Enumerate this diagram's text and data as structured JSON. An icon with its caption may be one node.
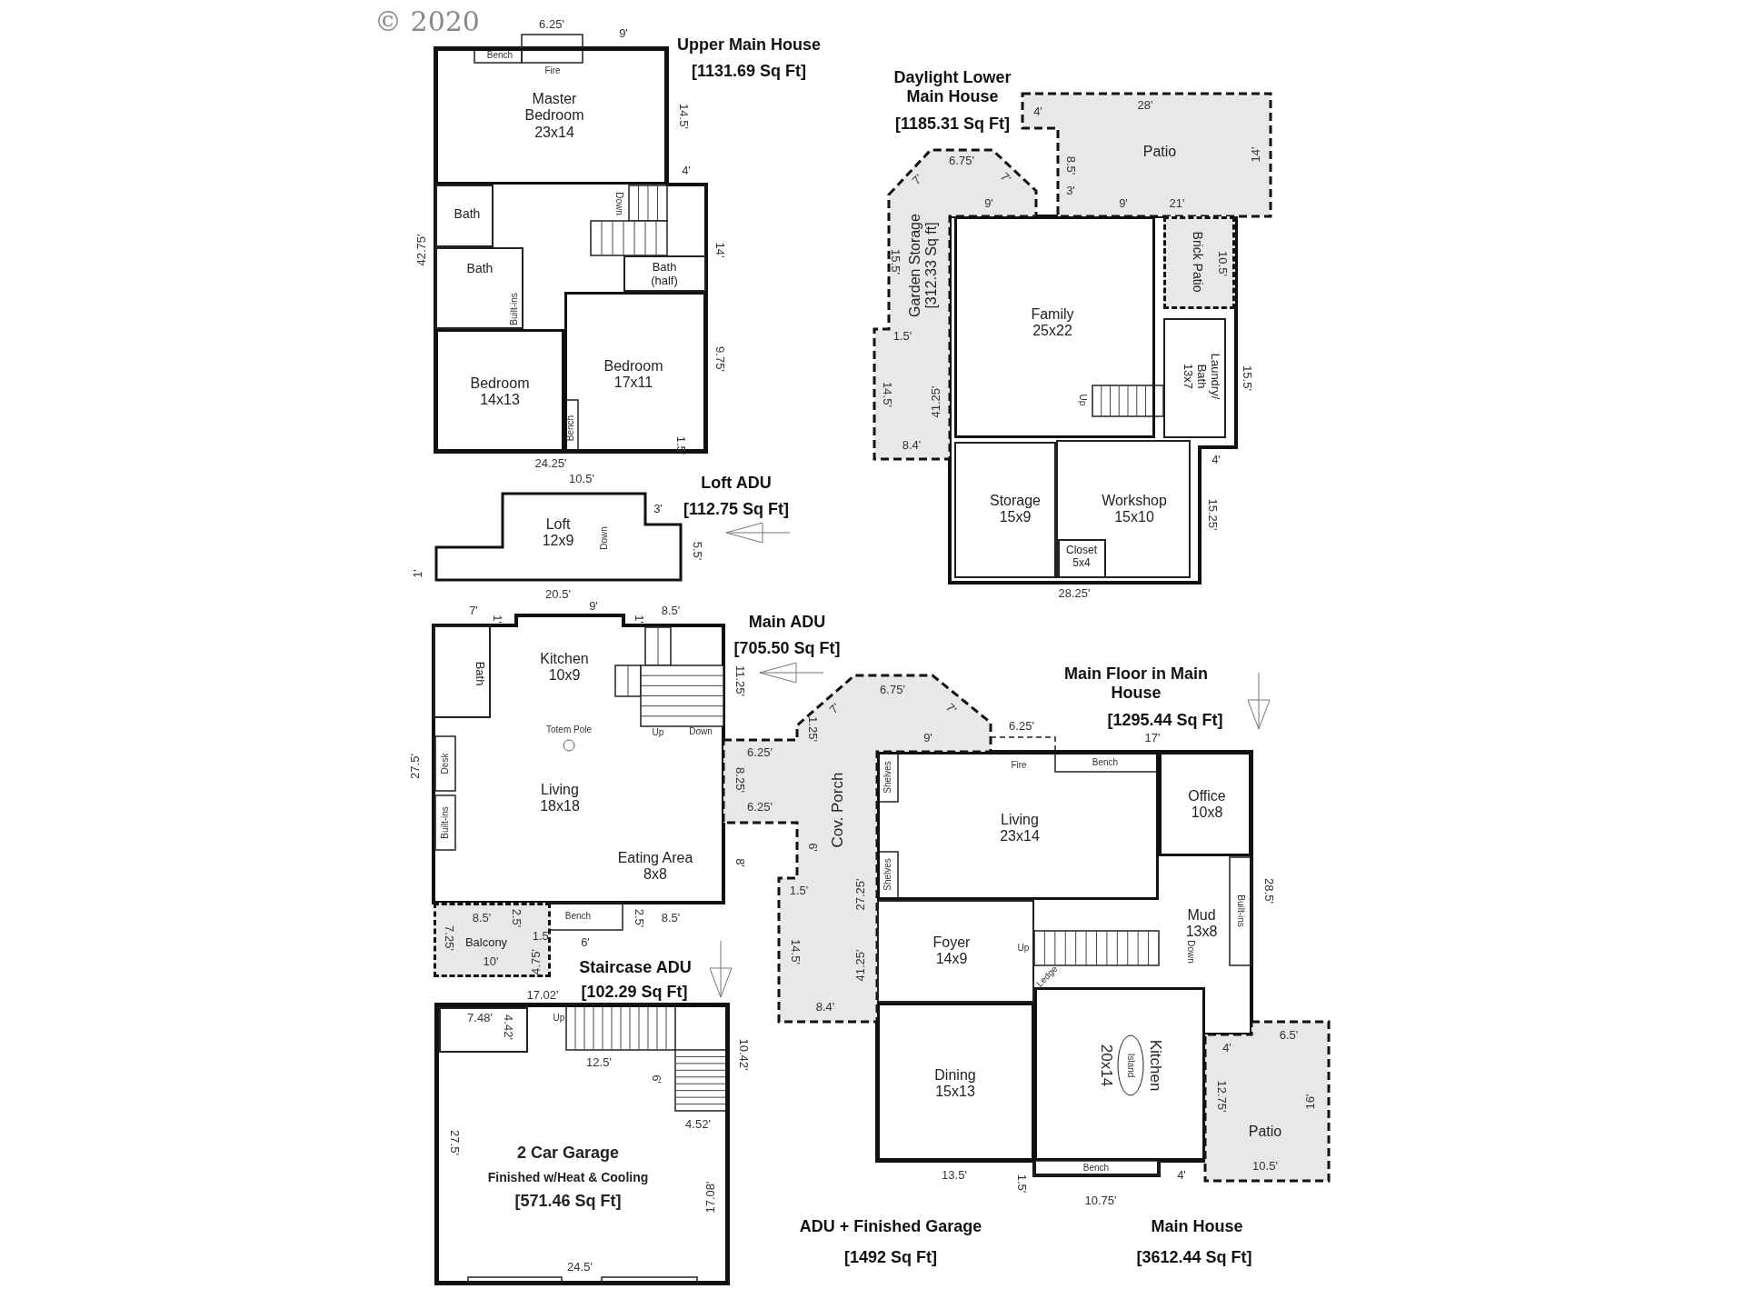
{
  "diagram": {
    "nodes": [
      {
        "text": [
          "Master Bedroom 23x14"
        ]
      },
      {
        "text": [
          "Bath"
        ]
      },
      {
        "text": [
          "Bath"
        ]
      },
      {
        "text": [
          "Bath (half)"
        ]
      },
      {
        "text": [
          "Bedroom 14x13"
        ]
      },
      {
        "text": [
          "Bedroom 17x11"
        ]
      },
      {
        "text": [
          "Patio"
        ]
      },
      {
        "text": [
          "Garden Storage [312.33 Sq ft]"
        ]
      },
      {
        "text": [
          "Family 25x22"
        ]
      },
      {
        "text": [
          "Brick Patio"
        ]
      },
      {
        "text": [
          "Laundry/ Bath 13x7"
        ]
      },
      {
        "text": [
          "Storage 15x9"
        ]
      },
      {
        "text": [
          "Workshop 15x10"
        ]
      },
      {
        "text": [
          "Closet 5x4"
        ],
        "in": 12
      },
      {
        "text": [
          "Loft 12x9"
        ]
      },
      {
        "text": [
          "Bath"
        ]
      },
      {
        "text": [
          "Kitchen 10x9"
        ]
      },
      {
        "text": [
          "Living 18x18"
        ]
      },
      {
        "text": [
          "Eating Area 8x8"
        ]
      },
      {
        "text": [
          "Balcony"
        ]
      },
      {
        "text": [
          "Cov. Porch"
        ]
      },
      {
        "text": [
          "Living 23x14"
        ]
      },
      {
        "text": [
          "Office 10x8"
        ]
      },
      {
        "text": [
          "Foyer 14x9"
        ]
      },
      {
        "text": [
          "Mud 13x8"
        ]
      },
      {
        "text": [
          "Dining 15x13"
        ]
      },
      {
        "text": [
          "Kitchen",
          "20x14"
        ]
      },
      {
        "text": [
          "Patio"
        ]
      },
      {
        "text": [
          "2 Car Garage",
          "Finished w/Heat & Cooling",
          "[571.46 Sq Ft]"
        ]
      },
      {
        "text": [],
        "shape": "box",
        "in": 28
      }
    ],
    "labels": [
      "© 2020",
      "6.25'",
      "9'",
      "Upper Main House",
      "[1131.69 Sq Ft]",
      "Bench",
      "Fire",
      "14.5'",
      "4'",
      "Down",
      "42.75'",
      "14'",
      "Built-ins",
      "9.75'",
      "Bench",
      "1.5'",
      "24.25'",
      "Daylight Lower Main House",
      "[1185.31 Sq Ft]",
      "4'",
      "28'",
      "14'",
      "6.75'",
      "8.5'",
      "7'",
      "7'",
      "3'",
      "9'",
      "9'",
      "21'",
      "15.5'",
      "10.5'",
      "1.5'",
      "Up",
      "15.5'",
      "14.5'",
      "41.25'",
      "8.4'",
      "4'",
      "15.25'",
      "28.25'",
      "10.5'",
      "Loft ADU",
      "3'",
      "[112.75 Sq Ft]",
      "Down",
      "5.5'",
      "1'",
      "20.5'",
      "7'",
      "1'",
      "9'",
      "1'",
      "8.5'",
      "Main ADU",
      "[705.50 Sq Ft]",
      "Main Floor in Main House",
      "[1295.44 Sq Ft]",
      "11.25'",
      "6.75'",
      "7'",
      "7'",
      "1.25'",
      "Totem Pole",
      "Up",
      "Down",
      "9'",
      "6.25'",
      "17'",
      "Fire",
      "Bench",
      "6.25'",
      "27.5'",
      "Desk",
      "8.25'",
      "Shelves",
      "6.25'",
      "Built-ins",
      "6'",
      "8'",
      "Shelves",
      "1.5'",
      "27.25'",
      "Built-ins",
      "28.5'",
      "8.5'",
      "2.5'",
      "Bench",
      "2.5'",
      "8.5'",
      "1.5'",
      "7.25'",
      "6'",
      "14.5'",
      "Up",
      "Down",
      "10'",
      "4.75'",
      "41.25'",
      "Staircase ADU",
      "Ledge",
      "[102.29 Sq Ft]",
      "17.02'",
      "8.4'",
      "7.48'",
      "Up",
      "4.42'",
      "6.5'",
      "4'",
      "10.42'",
      "12.5'",
      "Island",
      "6'",
      "12.75'",
      "16'",
      "4.52'",
      "27.5'",
      "10.5'",
      "1.5'",
      "Bench",
      "13.5'",
      "4'",
      "17.08'",
      "10.75'",
      "ADU + Finished Garage",
      "Main House",
      "[1492 Sq Ft]",
      "[3612.44 Sq Ft]",
      "24.5'"
    ]
  }
}
